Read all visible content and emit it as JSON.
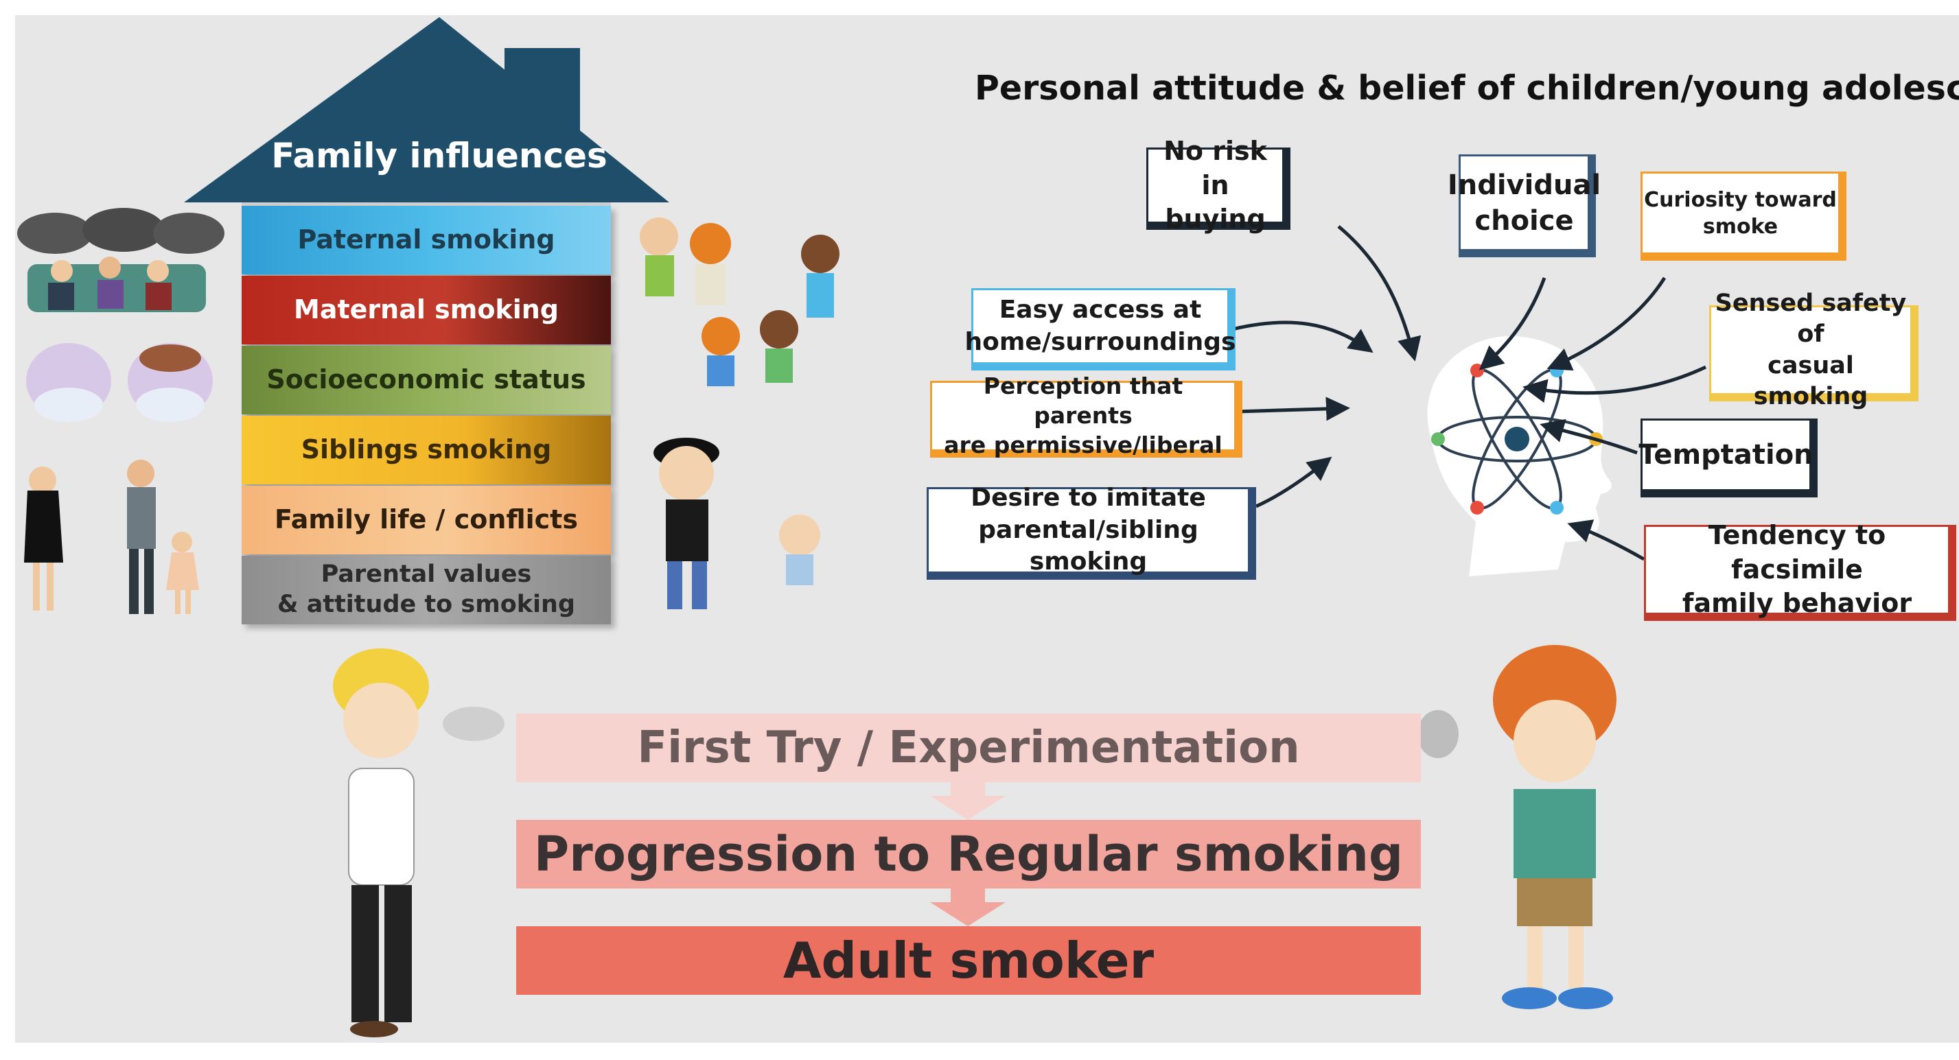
{
  "house": {
    "title": "Family influences",
    "levels": [
      {
        "label": "Paternal smoking"
      },
      {
        "label": "Maternal smoking"
      },
      {
        "label": "Socioeconomic status"
      },
      {
        "label": "Siblings smoking"
      },
      {
        "label": "Family life / conflicts"
      },
      {
        "label": "Parental values"
      },
      {
        "label": "& attitude to smoking"
      }
    ]
  },
  "personal": {
    "title": "Personal attitude & belief of children/young adolescents",
    "factors": [
      {
        "line1": "No risk in",
        "line2": "buying"
      },
      {
        "line1": "Individual",
        "line2": "choice"
      },
      {
        "line1": "Curiosity toward",
        "line2": "smoke"
      },
      {
        "line1": "Easy access at",
        "line2": "home/surroundings"
      },
      {
        "line1": "Sensed safety of",
        "line2": "casual smoking"
      },
      {
        "line1": "Perception that parents",
        "line2": "are permissive/liberal"
      },
      {
        "line1": "Temptation",
        "line2": ""
      },
      {
        "line1": "Desire to imitate",
        "line2": "parental/sibling smoking"
      },
      {
        "line1": "Tendency to facsimile",
        "line2": "family behavior"
      }
    ]
  },
  "steps": [
    {
      "label": "First Try / Experimentation"
    },
    {
      "label": "Progression to Regular smoking"
    },
    {
      "label": "Adult smoker"
    }
  ],
  "colors": {
    "roof": "#1f4e6b",
    "paternal": "#4db8e6",
    "maternal": "#c0392b",
    "socioeconomic": "#8fae56",
    "siblings": "#f2b731",
    "family_life": "#f6b87a",
    "parental_values": "#9a9a9a",
    "step1": "#f7d3d0",
    "step2": "#f2a59c",
    "step3": "#ec7060"
  }
}
